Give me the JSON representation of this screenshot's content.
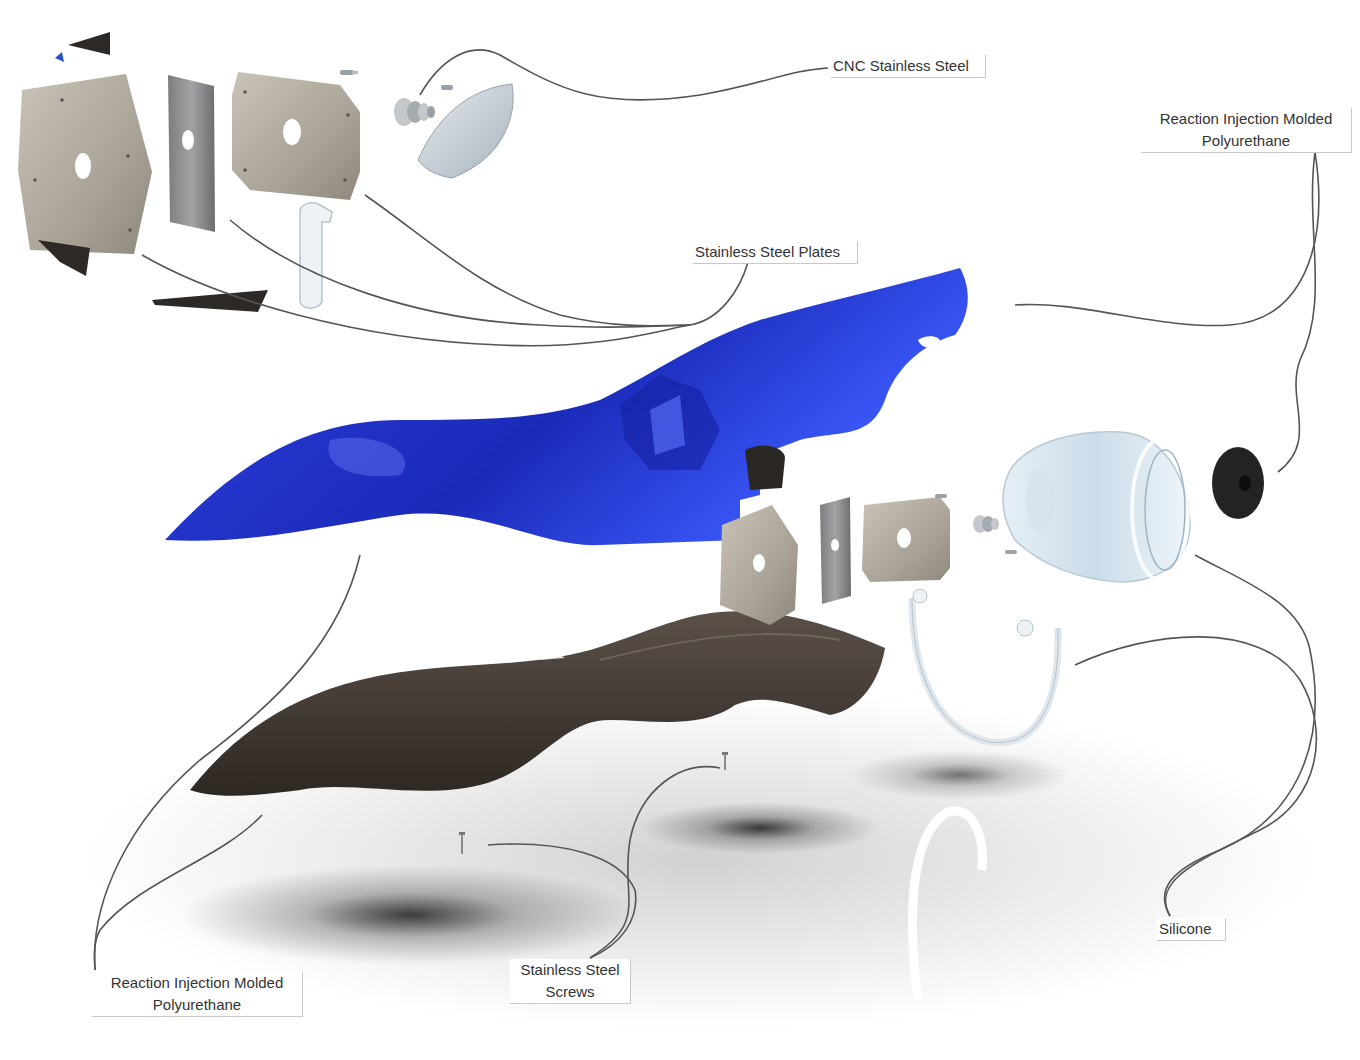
{
  "diagram": {
    "labels": [
      "CNC Stainless Steel",
      "Reaction Injection Molded Polyurethane",
      "Stainless Steel Plates",
      "Reaction Injection Molded Polyurethane",
      "Stainless Steel Screws",
      "Silicone"
    ]
  }
}
